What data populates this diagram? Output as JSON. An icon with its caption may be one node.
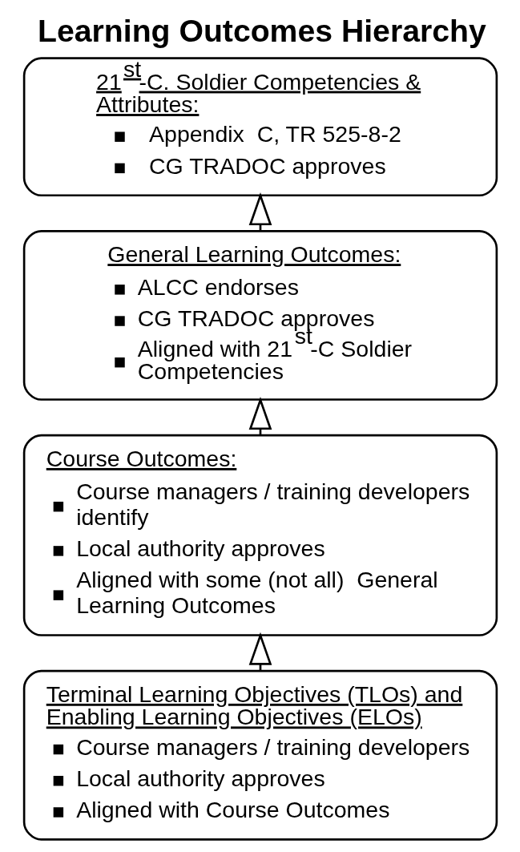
{
  "diagram": {
    "title": "Learning Outcomes Hierarchy",
    "nodes": [
      {
        "text": [
          "21$^{st}$-C. Soldier Competencies & Attributes:",
          "Appendix  C, TR 525-8-2",
          "CG TRADOC approves"
        ]
      },
      {
        "text": [
          "General Learning Outcomes:",
          "ALCC endorses",
          "CG TRADOC approves",
          "Aligned with 21$^{st}$-C Soldier Competencies"
        ]
      },
      {
        "text": [
          "Course Outcomes:",
          "Course managers / training developers identify",
          "Local authority approves",
          "Aligned with some (not all)  General Learning Outcomes"
        ]
      },
      {
        "text": [
          "Terminal Learning Objectives (TLOs) and Enabling Learning Objectives (ELOs)",
          "Course managers / training developers",
          "Local authority approves",
          "Aligned with Course Outcomes"
        ]
      }
    ],
    "edges": [
      {
        "from": 1,
        "to": 0,
        "arrow": "to"
      },
      {
        "from": 2,
        "to": 1,
        "arrow": "to"
      },
      {
        "from": 3,
        "to": 2,
        "arrow": "to"
      }
    ]
  }
}
